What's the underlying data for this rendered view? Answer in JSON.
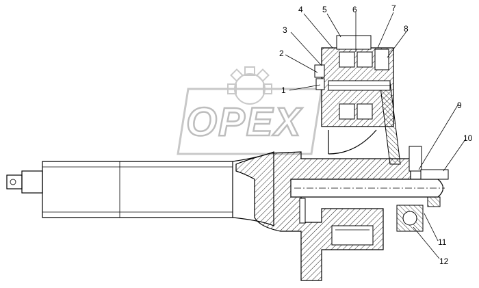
{
  "watermark": {
    "text": "OPEX"
  },
  "callouts": [
    {
      "id": "1",
      "label": "1"
    },
    {
      "id": "2",
      "label": "2"
    },
    {
      "id": "3",
      "label": "3"
    },
    {
      "id": "4",
      "label": "4"
    },
    {
      "id": "5",
      "label": "5"
    },
    {
      "id": "6",
      "label": "6"
    },
    {
      "id": "7",
      "label": "7"
    },
    {
      "id": "8",
      "label": "8"
    },
    {
      "id": "9",
      "label": "9"
    },
    {
      "id": "10",
      "label": "10"
    },
    {
      "id": "11",
      "label": "11"
    },
    {
      "id": "12",
      "label": "12"
    }
  ],
  "colors": {
    "line": "#000000",
    "watermark": "#bdbdbd",
    "background": "#ffffff"
  }
}
